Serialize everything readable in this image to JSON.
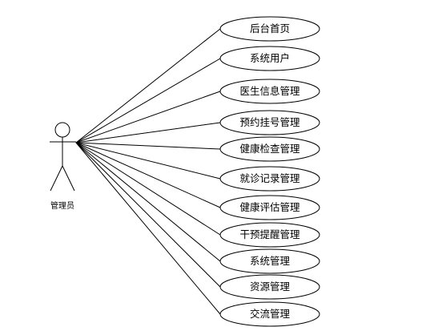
{
  "actor": {
    "label": "管理员"
  },
  "use_cases": [
    {
      "label": "后台首页"
    },
    {
      "label": "系统用户"
    },
    {
      "label": "医生信息管理"
    },
    {
      "label": "预约挂号管理"
    },
    {
      "label": "健康检查管理"
    },
    {
      "label": "就诊记录管理"
    },
    {
      "label": "健康评估管理"
    },
    {
      "label": "干预提醒管理"
    },
    {
      "label": "系统管理"
    },
    {
      "label": "资源管理"
    },
    {
      "label": "交流管理"
    }
  ],
  "colors": {
    "stroke": "#000000",
    "background": "#ffffff"
  }
}
